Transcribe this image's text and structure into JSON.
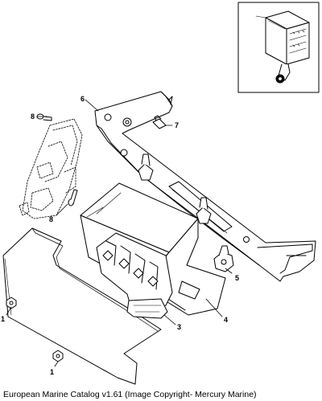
{
  "diagram": {
    "callouts": [
      {
        "id": "c1a",
        "text": "1"
      },
      {
        "id": "c1b",
        "text": "1"
      },
      {
        "id": "c3",
        "text": "3"
      },
      {
        "id": "c4",
        "text": "4"
      },
      {
        "id": "c5",
        "text": "5"
      },
      {
        "id": "c6",
        "text": "6"
      },
      {
        "id": "c7",
        "text": "7"
      },
      {
        "id": "c8a",
        "text": "8"
      },
      {
        "id": "c8b",
        "text": "8"
      }
    ],
    "caption": "European Marine Catalog v1.61 (Image Copyright- Mercury Marine)"
  }
}
